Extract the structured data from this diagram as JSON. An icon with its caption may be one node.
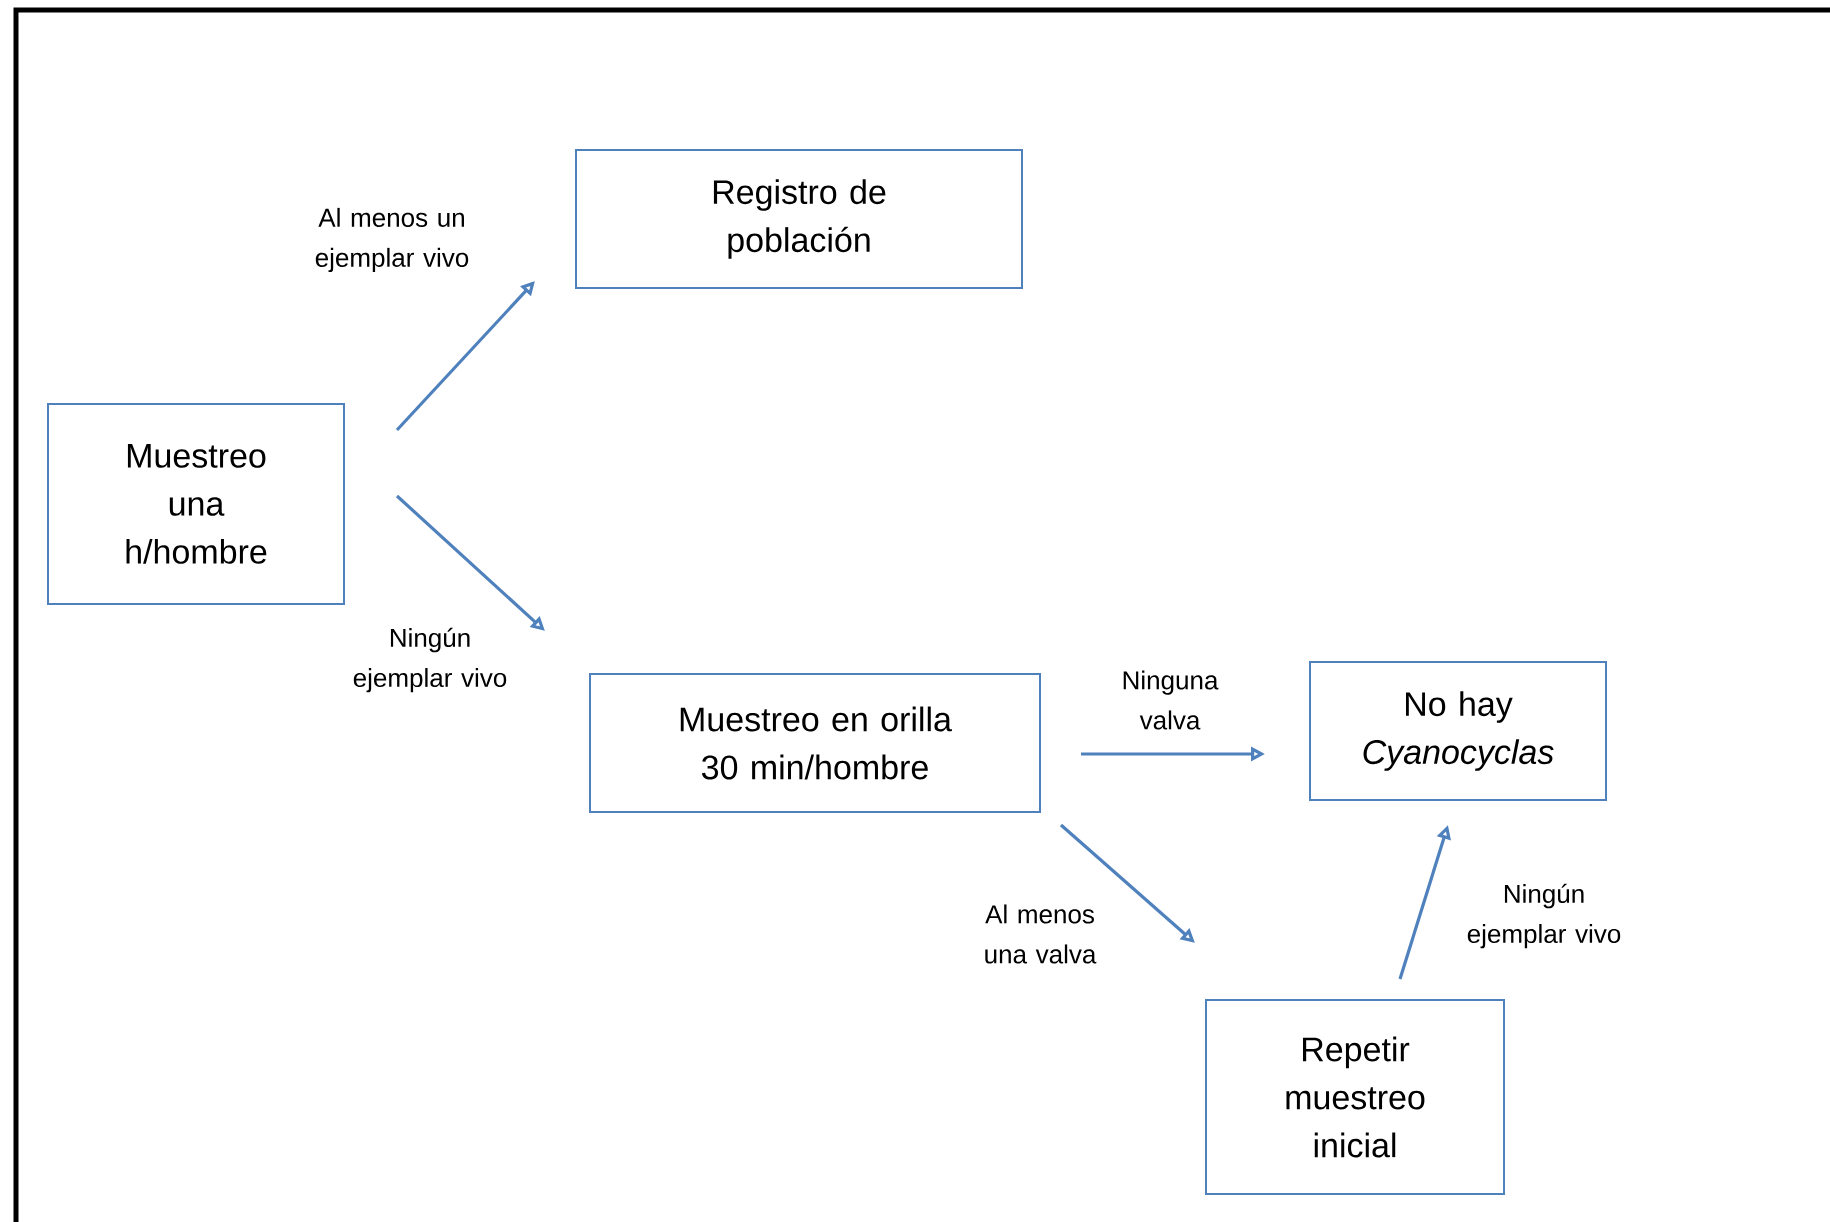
{
  "diagram": {
    "nodes": [
      {
        "text": [
          "Muestreo una h/hombre"
        ]
      },
      {
        "text": [
          "Registro de población"
        ]
      },
      {
        "text": [
          "Muestreo en orilla 30 min/hombre"
        ]
      },
      {
        "text": [
          "No hay *Cyanocyclas*"
        ]
      },
      {
        "text": [
          "Repetir muestreo inicial"
        ]
      }
    ],
    "edges": [
      {
        "from": 0,
        "to": 1,
        "arrow": "to",
        "label": "Al menos un ejemplar vivo"
      },
      {
        "from": 0,
        "to": 2,
        "arrow": "to",
        "label": "Ningún ejemplar vivo"
      },
      {
        "from": 2,
        "to": 3,
        "arrow": "to",
        "label": "Ninguna valva"
      },
      {
        "from": 2,
        "to": 4,
        "arrow": "to",
        "label": "Al menos una valva"
      },
      {
        "from": 4,
        "to": 3,
        "arrow": "to",
        "label": "Ningún ejemplar vivo"
      }
    ]
  }
}
